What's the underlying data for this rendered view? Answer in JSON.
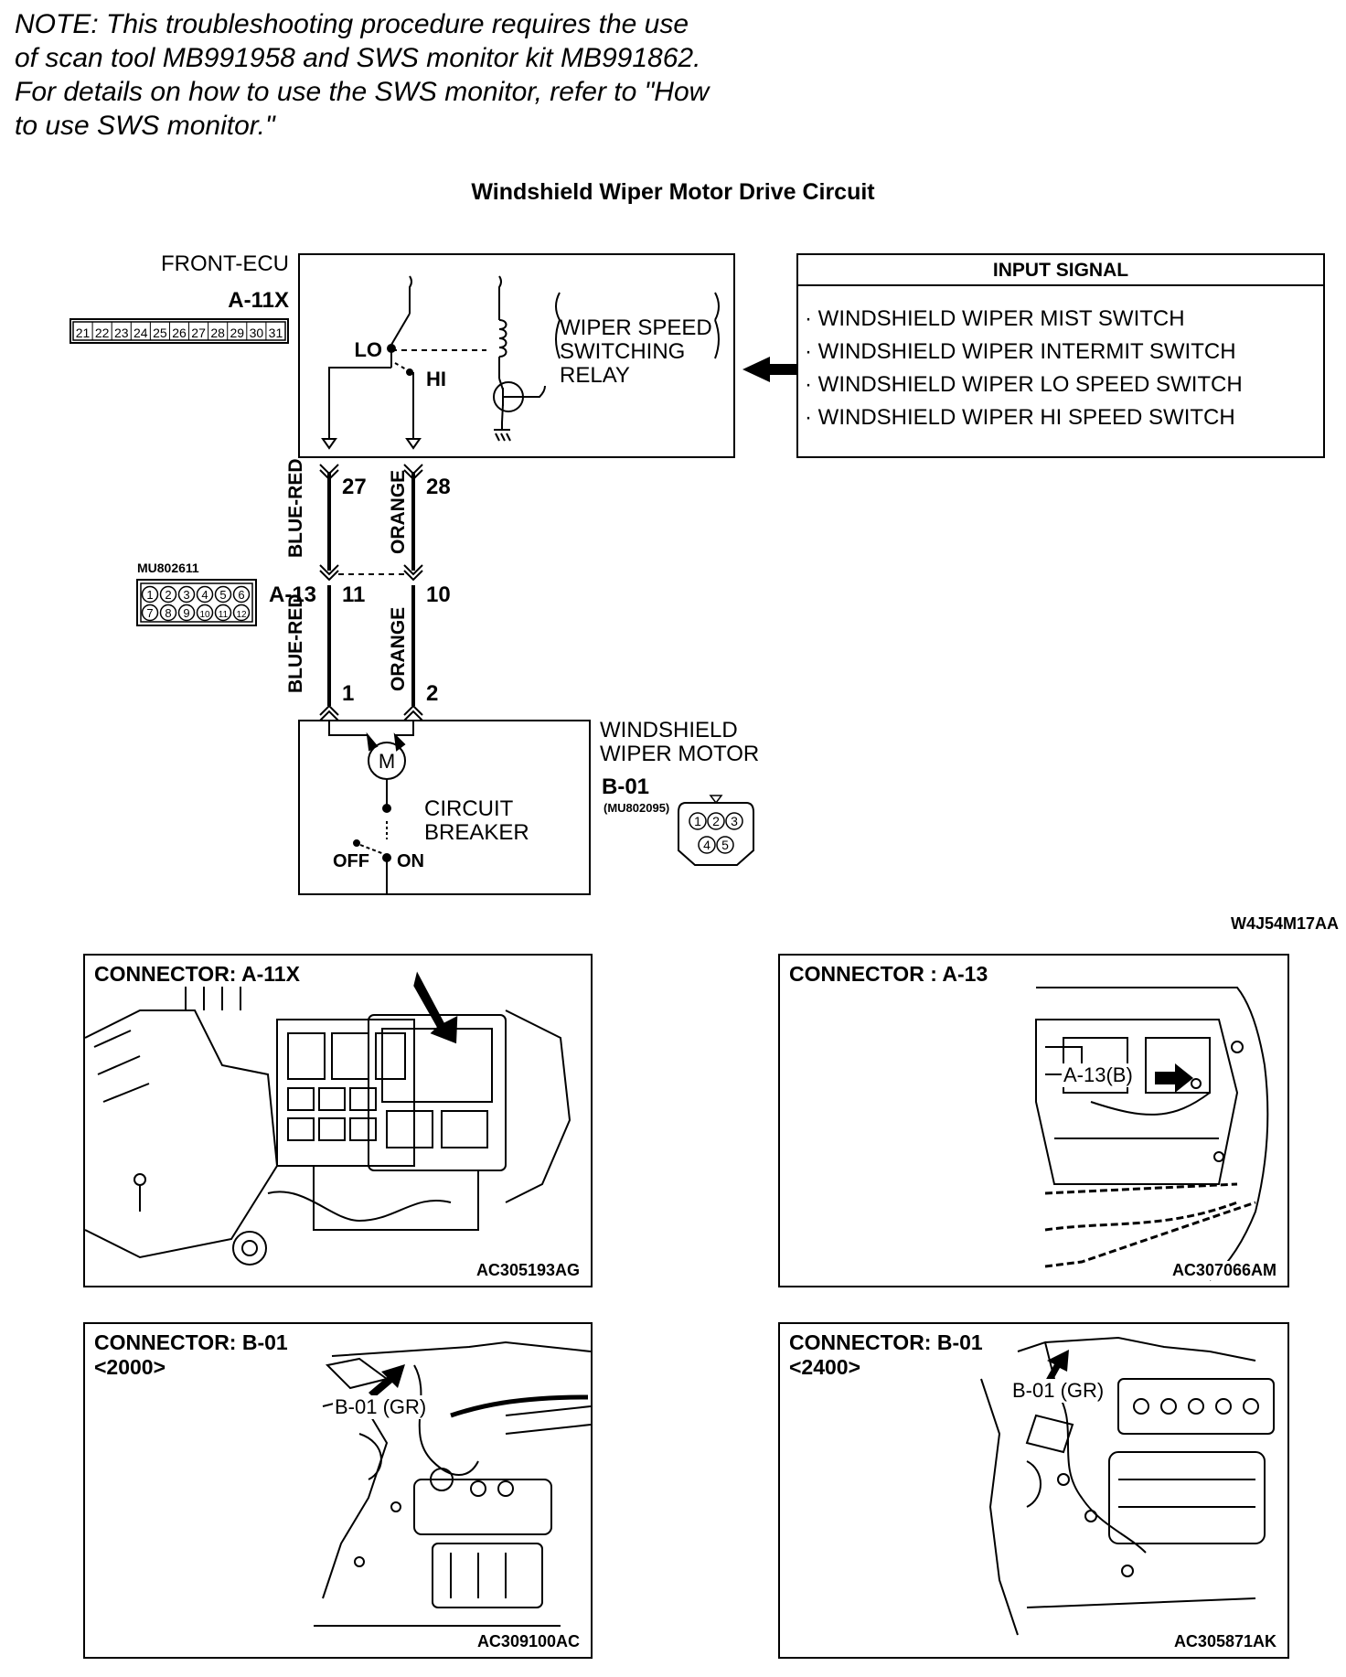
{
  "note": "NOTE: This troubleshooting procedure requires the use of scan tool MB991958 and SWS monitor kit MB991862. For details on how to use the SWS monitor, refer to \"How to use SWS monitor.\"",
  "diagram": {
    "title": "Windshield Wiper Motor Drive Circuit",
    "front_ecu": "FRONT-ECU",
    "connector_a11x": "A-11X",
    "a11x_pins": [
      "21",
      "22",
      "23",
      "24",
      "25",
      "26",
      "27",
      "28",
      "29",
      "30",
      "31"
    ],
    "relay_lo": "LO",
    "relay_hi": "HI",
    "relay_label_lines": [
      "WIPER SPEED",
      "SWITCHING",
      "RELAY"
    ],
    "input_signal_title": "INPUT SIGNAL",
    "input_signals": [
      "· WINDSHIELD WIPER MIST SWITCH",
      "· WINDSHIELD WIPER INTERMIT SWITCH",
      "· WINDSHIELD WIPER LO SPEED SWITCH",
      "· WINDSHIELD WIPER HI SPEED SWITCH"
    ],
    "pin_27": "27",
    "pin_28": "28",
    "wire_blue_red": "BLUE-RED",
    "wire_orange": "ORANGE",
    "a13_part": "MU802611",
    "connector_a13": "A-13",
    "a13_pins_top": [
      "1",
      "2",
      "3",
      "4",
      "5",
      "6"
    ],
    "a13_pins_bottom": [
      "7",
      "8",
      "9",
      "10",
      "11",
      "12"
    ],
    "pin_11": "11",
    "pin_10": "10",
    "pin_1": "1",
    "pin_2": "2",
    "motor_symbol": "M",
    "motor_label_lines": [
      "WINDSHIELD",
      "WIPER MOTOR"
    ],
    "connector_b01": "B-01",
    "b01_part": "(MU802095)",
    "b01_pins_top": [
      "1",
      "2",
      "3"
    ],
    "b01_pins_bottom": [
      "4",
      "5"
    ],
    "breaker_label_lines": [
      "CIRCUIT",
      "BREAKER"
    ],
    "breaker_off": "OFF",
    "breaker_on": "ON",
    "figure_code": "W4J54M17AA"
  },
  "panels": [
    {
      "title": "CONNECTOR: A-11X",
      "subtitle": "",
      "callout": "",
      "code": "AC305193AG"
    },
    {
      "title": "CONNECTOR : A-13",
      "subtitle": "",
      "callout": "A-13(B)",
      "code": "AC307066AM"
    },
    {
      "title": "CONNECTOR: B-01",
      "subtitle": "<2000>",
      "callout": "B-01 (GR)",
      "code": "AC309100AC"
    },
    {
      "title": "CONNECTOR: B-01",
      "subtitle": "<2400>",
      "callout": "B-01 (GR)",
      "code": "AC305871AK"
    }
  ]
}
